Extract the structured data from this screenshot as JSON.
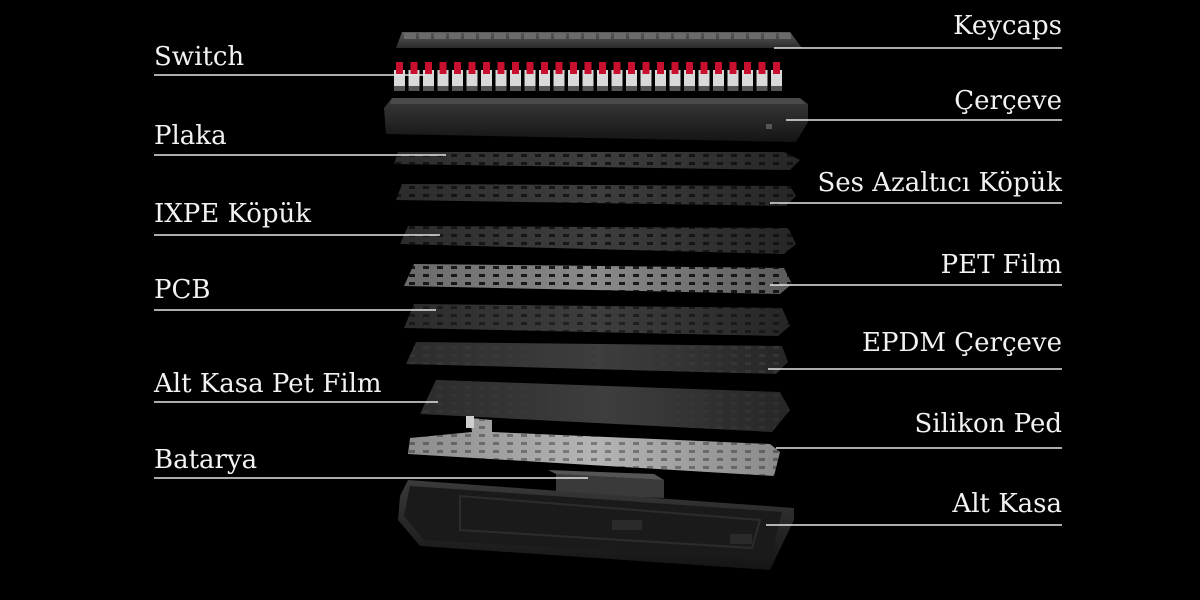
{
  "diagram": {
    "left_labels": [
      {
        "id": "switch",
        "text": "Switch"
      },
      {
        "id": "plaka",
        "text": "Plaka"
      },
      {
        "id": "ixpe-kopuk",
        "text": "IXPE Köpük"
      },
      {
        "id": "pcb",
        "text": "PCB"
      },
      {
        "id": "alt-kasa-pet-film",
        "text": "Alt Kasa Pet Film"
      },
      {
        "id": "batarya",
        "text": "Batarya"
      }
    ],
    "right_labels": [
      {
        "id": "keycaps",
        "text": "Keycaps"
      },
      {
        "id": "cerceve",
        "text": "Çerçeve"
      },
      {
        "id": "ses-azaltici-kopuk",
        "text": "Ses Azaltıcı Köpük"
      },
      {
        "id": "pet-film",
        "text": "PET Film"
      },
      {
        "id": "epdm-cerceve",
        "text": "EPDM Çerçeve"
      },
      {
        "id": "silikon-ped",
        "text": "Silikon Ped"
      },
      {
        "id": "alt-kasa",
        "text": "Alt Kasa"
      }
    ],
    "colors": {
      "background": "#000000",
      "label_text": "#f2f2f2",
      "leader_line": "#e6e6e6",
      "switch_stem": "#c8102e",
      "switch_housing": "#d9d9d9",
      "silicone_pad": "#a8a8a8",
      "layer_dark": "#2e2e2e"
    }
  }
}
